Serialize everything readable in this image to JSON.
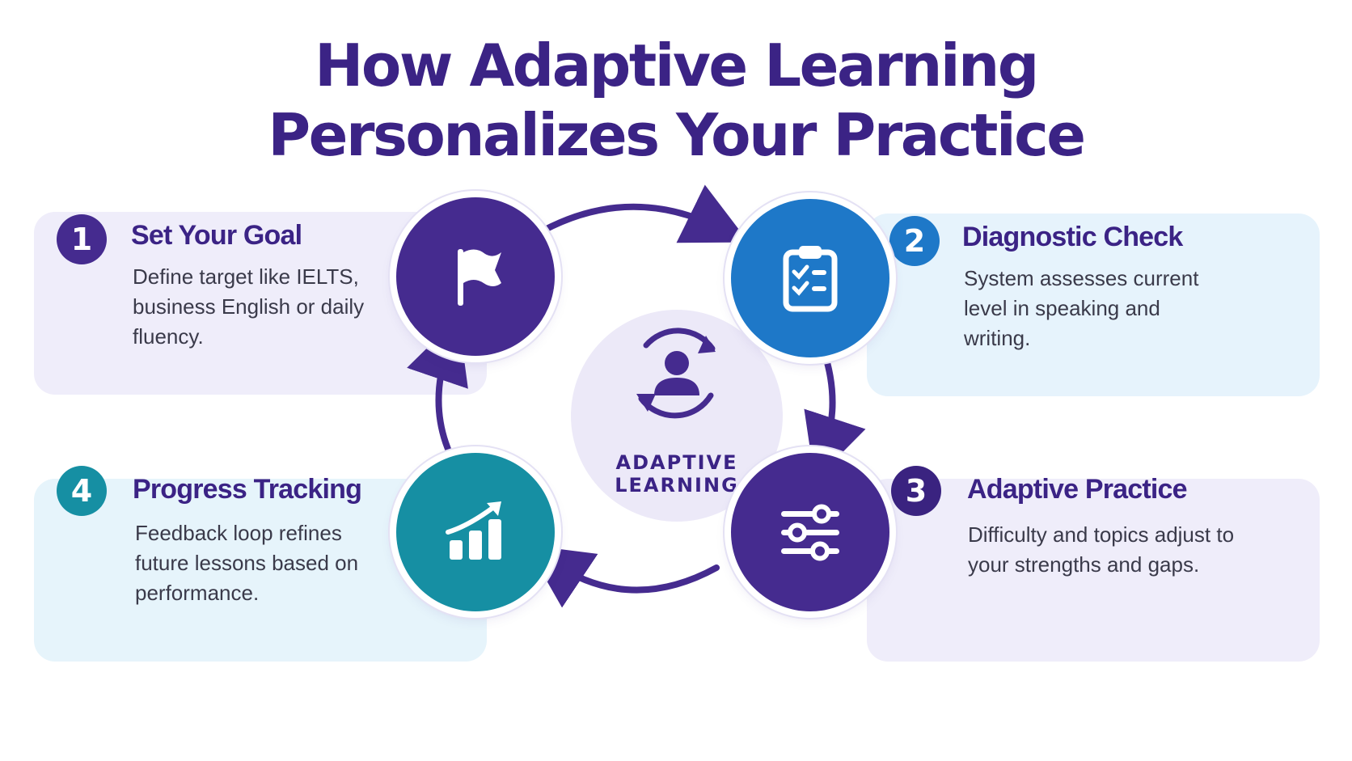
{
  "title": {
    "line1": "How Adaptive Learning",
    "line2": "Personalizes Your Practice"
  },
  "center": {
    "label_line1": "ADAPTIVE",
    "label_line2": "LEARNING",
    "icon": "user-cycle-icon"
  },
  "steps": [
    {
      "number": "1",
      "heading": "Set Your Goal",
      "description": "Define target like IELTS, business English or daily fluency.",
      "icon": "flag-icon",
      "color": "#452b8f"
    },
    {
      "number": "2",
      "heading": "Diagnostic Check",
      "description": "System assesses current level in speaking and writing.",
      "icon": "clipboard-checklist-icon",
      "color": "#1e78c8"
    },
    {
      "number": "3",
      "heading": "Adaptive Practice",
      "description": "Difficulty and topics adjust to your strengths and gaps.",
      "icon": "sliders-icon",
      "color": "#452b8f"
    },
    {
      "number": "4",
      "heading": "Progress Tracking",
      "description": "Feedback loop refines future lessons based on performance.",
      "icon": "bar-chart-growth-icon",
      "color": "#168fa3"
    }
  ],
  "colors": {
    "title": "#3b2385",
    "arrow": "#452b8f",
    "center_bg": "#ece9f8"
  }
}
